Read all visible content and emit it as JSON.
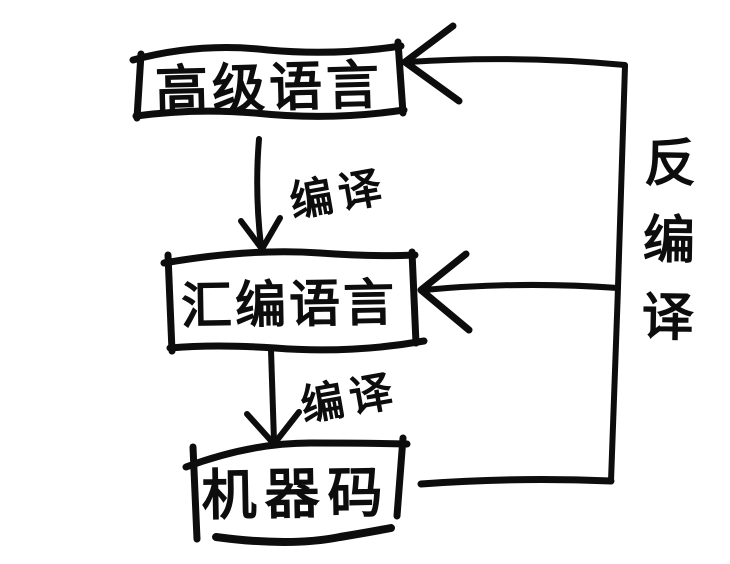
{
  "canvas": {
    "style": "hand-drawn sketch",
    "background_color": "#ffffff",
    "ink_color": "#0d0d0d"
  },
  "diagram": {
    "type": "flow",
    "nodes": [
      {
        "id": "high-level-language",
        "label": "高级语言"
      },
      {
        "id": "assembly-language",
        "label": "汇编语言"
      },
      {
        "id": "machine-code",
        "label": "机器码"
      }
    ],
    "edges": [
      {
        "id": "compile-1",
        "from": "high-level-language",
        "to": "assembly-language",
        "label": "编译",
        "direction": "down"
      },
      {
        "id": "compile-2",
        "from": "assembly-language",
        "to": "machine-code",
        "label": "编译",
        "direction": "down"
      },
      {
        "id": "decompile",
        "from": "machine-code",
        "to": "assembly-language, high-level-language",
        "label": "反编译",
        "direction": "up-via-right-side"
      }
    ]
  }
}
